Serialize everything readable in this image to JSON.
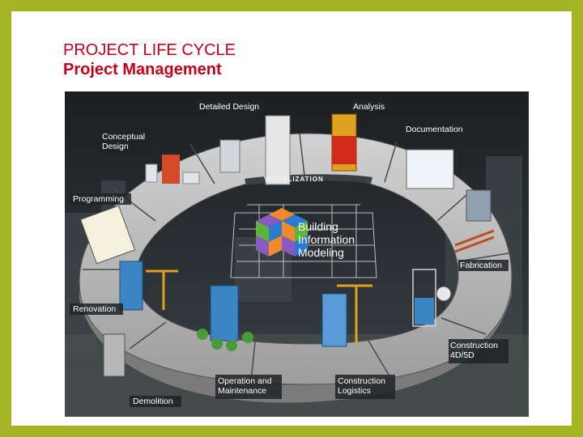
{
  "title": {
    "line1": "PROJECT LIFE CYCLE",
    "line2": "Project Management"
  },
  "diagram": {
    "center": {
      "line1": "Building",
      "line2": "Information",
      "line3": "Modeling"
    },
    "ring_label": "VISUALIZATION",
    "stages": {
      "detailed_design": "Detailed Design",
      "analysis": "Analysis",
      "documentation": "Documentation",
      "conceptual_design": [
        "Conceptual",
        "Design"
      ],
      "programming": "Programming",
      "fabrication": "Fabrication",
      "renovation": "Renovation",
      "construction_4d5d": [
        "Construction",
        "4D/5D"
      ],
      "operation_maintenance": [
        "Operation and",
        "Maintenance"
      ],
      "construction_logistics": [
        "Construction",
        "Logistics"
      ],
      "demolition": "Demolition"
    },
    "colors": {
      "title": "#c4001a",
      "frame": "#a3b524",
      "ring": "#bdbdbd",
      "dark_label_bg": "#1f2326",
      "bim_blue": "#2a7bd1",
      "bim_orange": "#f08a2a",
      "bim_green": "#5cb43c",
      "bim_purple": "#8a59c2"
    }
  }
}
